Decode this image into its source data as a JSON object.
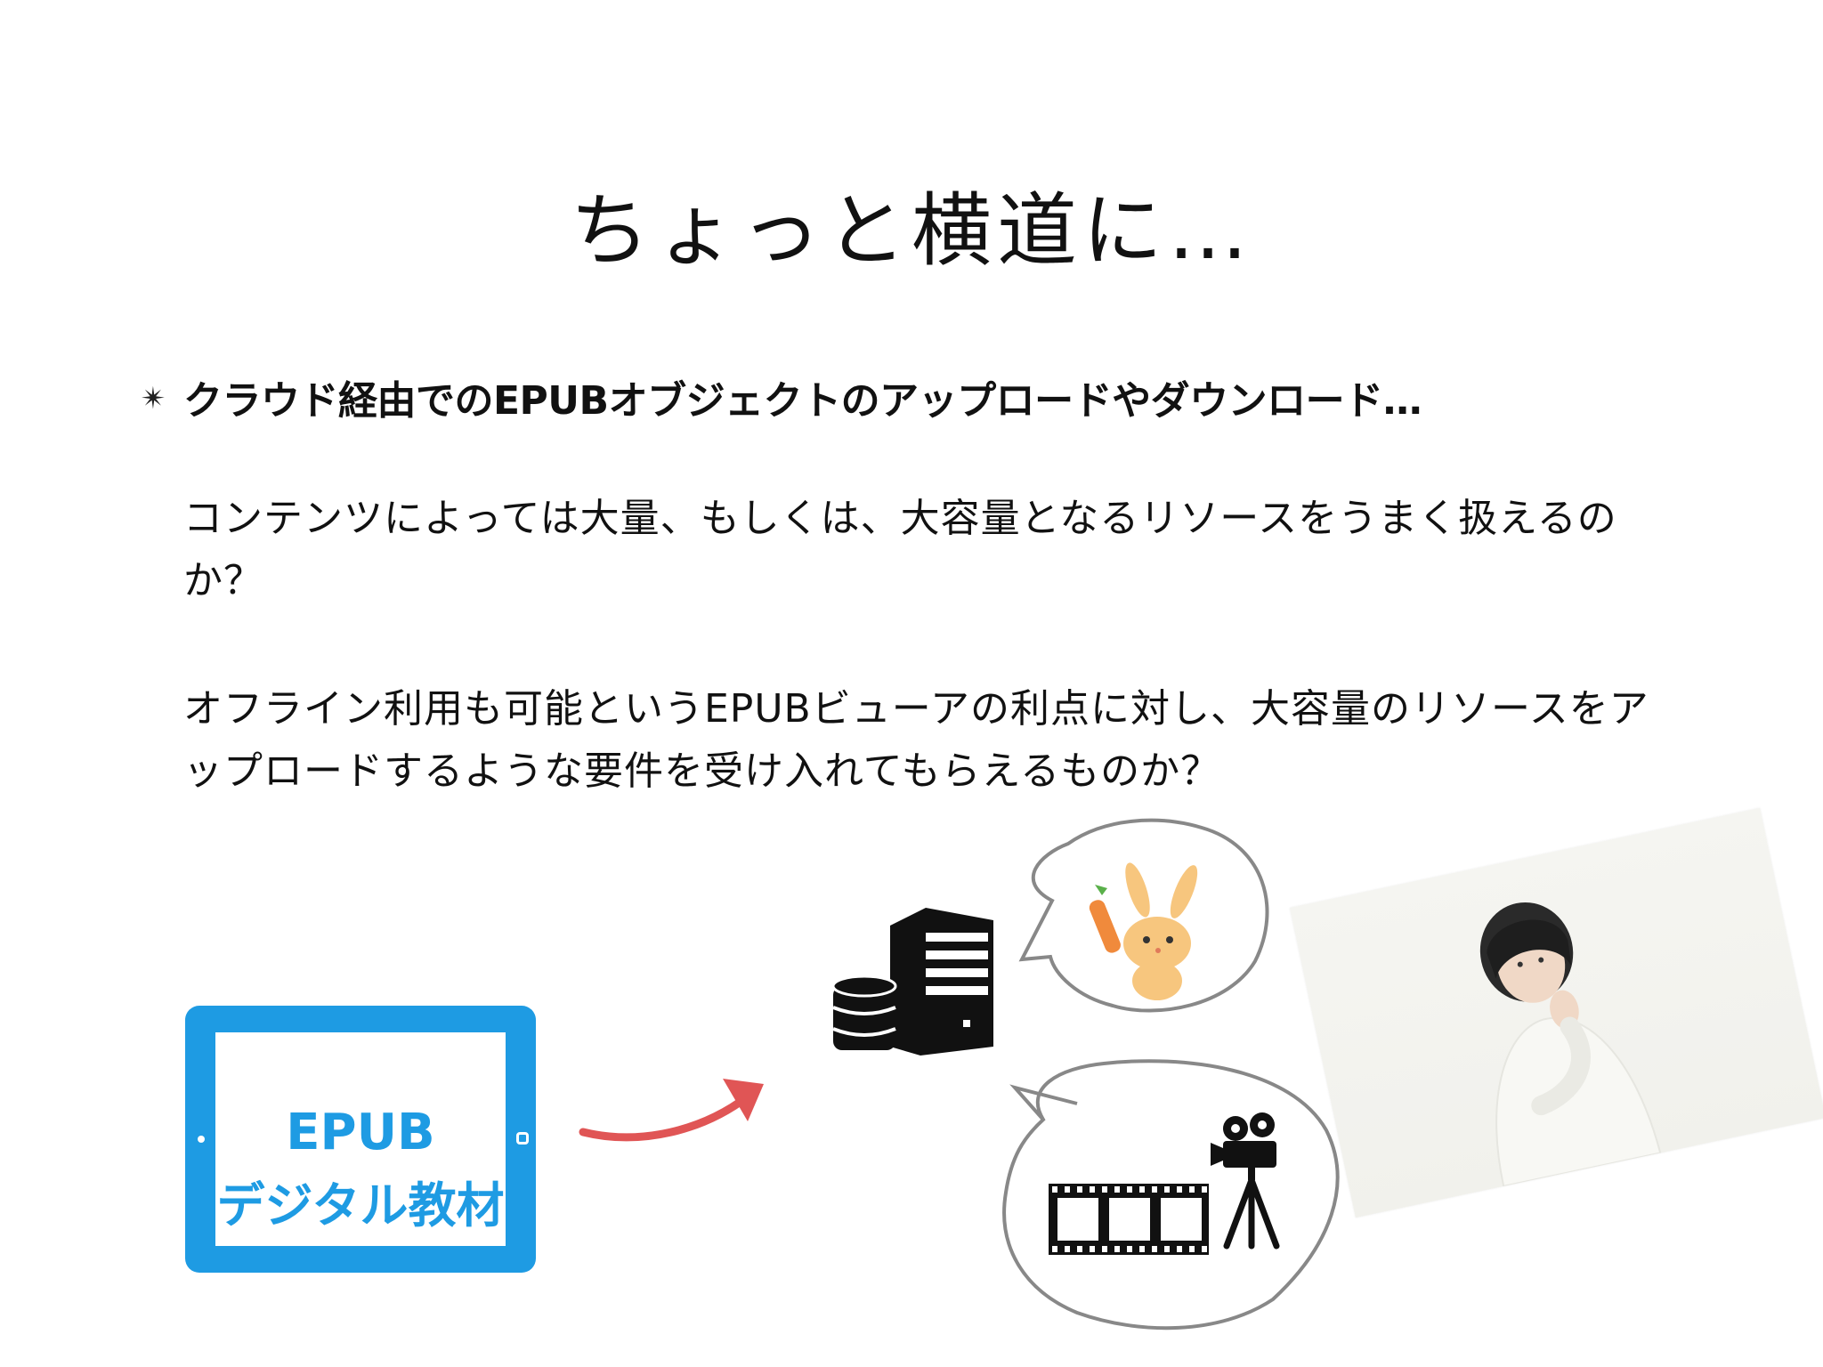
{
  "slide": {
    "title": "ちょっと横道に…",
    "bullet_marker": "✴︎",
    "bullet_heading": "クラウド経由でのEPUBオブジェクトのアップロードやダウンロード…",
    "paragraph1": "コンテンツによっては大量、もしくは、大容量となるリソースをうまく扱えるのか？",
    "paragraph2": "オフライン利用も可能というEPUBビューアの利点に対し、大容量のリソースをアップロードするような要件を受け入れてもらえるものか？"
  },
  "illustration": {
    "tablet_line1": "EPUB",
    "tablet_line2": "デジタル教材",
    "tablet_color": "#1e9be3",
    "arrow_color": "#e05555",
    "icons": [
      "tablet-icon",
      "server-icon",
      "database-icon",
      "mascot-rabbit-icon",
      "film-strip-icon",
      "movie-camera-icon",
      "thinking-woman-photo"
    ]
  }
}
